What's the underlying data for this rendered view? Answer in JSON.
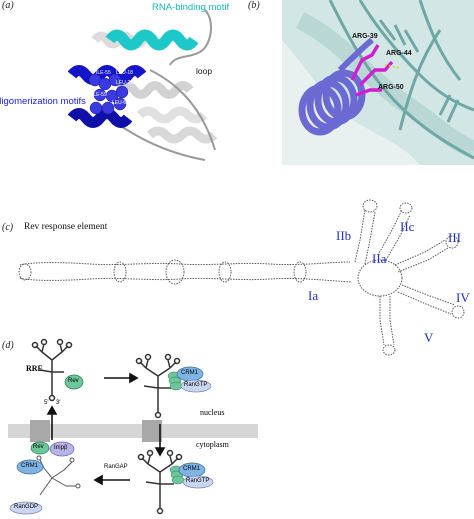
{
  "panel_a": {
    "letter": "(a)",
    "label_rna_binding": "RNA-binding motif",
    "label_loop": "loop",
    "label_oligomerization": "oligomerization motifs",
    "residue_labels": [
      "ILE-55",
      "LEU-18",
      "LEU-22",
      "ILE-59",
      "LEU-60"
    ],
    "colors": {
      "rna_helix": "#1ec8c8",
      "olig_helix": "#1414c8",
      "coil": "#bdbdbd",
      "label_rna": "#19b5b5",
      "label_olig": "#1a1adc"
    }
  },
  "panel_b": {
    "letter": "(b)",
    "residue_labels": [
      "ARG-39",
      "ARG-44",
      "ARG-50"
    ],
    "colors": {
      "surface": "#cfe6e3",
      "helix": "#6a6ad2",
      "sidechain": "#d01fd0",
      "rna": "#6fa7a4"
    }
  },
  "panel_c": {
    "letter": "(c)",
    "title": "Rev response element",
    "stem_labels": [
      "IIb",
      "IIc",
      "III",
      "IIa",
      "Ia",
      "IV",
      "V"
    ],
    "colors": {
      "stem_label": "#1f2fbf"
    }
  },
  "panel_d": {
    "letter": "(d)",
    "rre_label": "RRE",
    "five_prime": "5'",
    "three_prime": "3'",
    "rev_label": "Rev",
    "crm1_label": "CRM1",
    "rangtp_label": "RanGTP",
    "nucleus_label": "nucleus",
    "cytoplasm_label": "cytoplasm",
    "imp_label": "Impβ",
    "rangap_label": "RanGAP",
    "rangdp_label": "RanGDP",
    "colors": {
      "rev": "#6cc79a",
      "crm1": "#7db4e4",
      "ran": "#c9d6f0",
      "imp": "#b9b4e8",
      "membrane": "#d6d6d6",
      "pore": "#a8a8a8"
    }
  }
}
